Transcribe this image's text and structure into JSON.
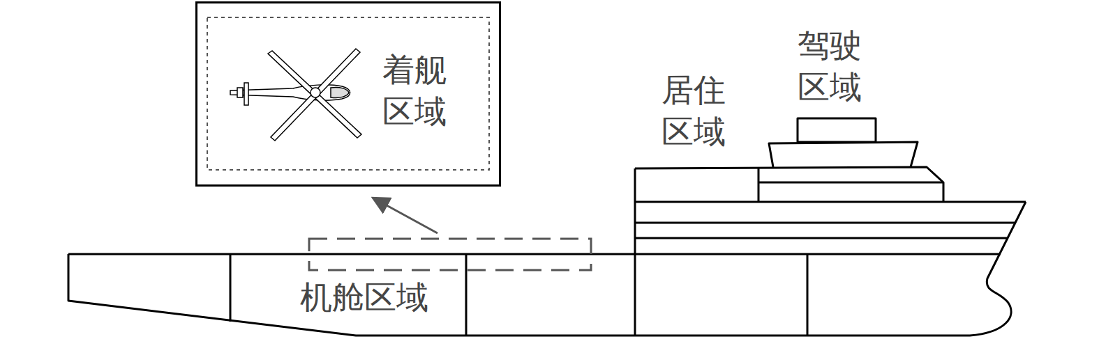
{
  "diagram": {
    "nodes": [
      {
        "text": [
          "着舰区域"
        ]
      }
    ],
    "labels": [
      "居住区域",
      "驾驶区域",
      "机舱区域"
    ]
  }
}
